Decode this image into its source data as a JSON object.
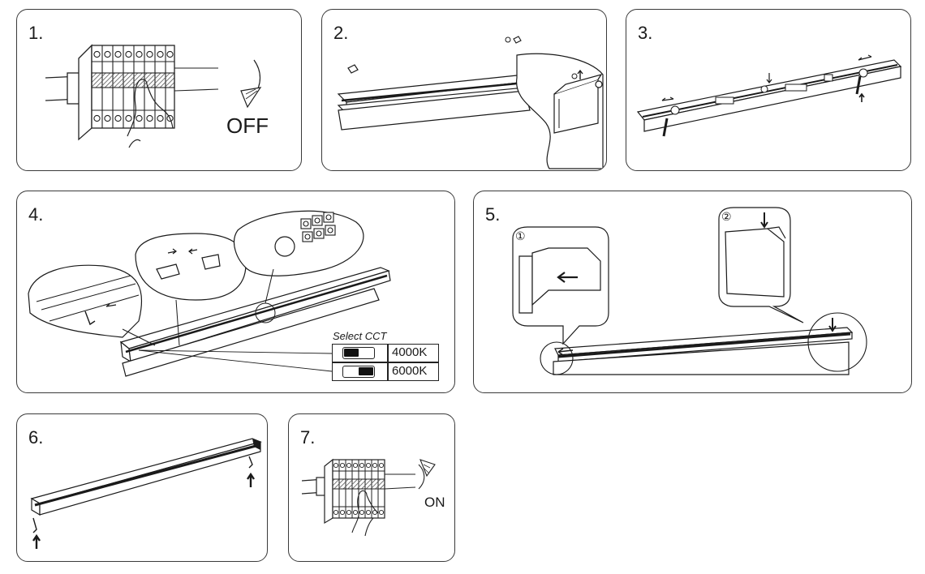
{
  "steps": [
    {
      "number": "1.",
      "label": "OFF"
    },
    {
      "number": "2."
    },
    {
      "number": "3."
    },
    {
      "number": "4.",
      "cct": {
        "title": "Select CCT",
        "options": [
          {
            "temp": "4000K",
            "switch": "left"
          },
          {
            "temp": "6000K",
            "switch": "right"
          }
        ]
      }
    },
    {
      "number": "5.",
      "markers": [
        "①",
        "②"
      ]
    },
    {
      "number": "6."
    },
    {
      "number": "7.",
      "label": "ON"
    }
  ],
  "colors": {
    "stroke": "#1a1a1a",
    "border": "#3a3a3a",
    "hatch": "#555555"
  }
}
